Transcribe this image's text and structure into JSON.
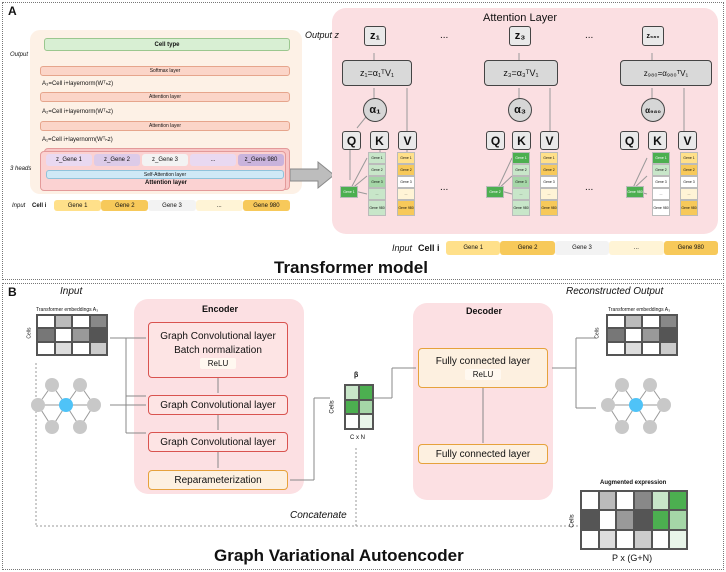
{
  "panelA": {
    "letter": "A",
    "output_label": "Output",
    "output_z_label": "Output z",
    "three_heads": "3 heads",
    "input_label": "Input",
    "cell_i": "Cell i",
    "cell_type": "Cell type",
    "softmax": "Softmax layer",
    "a3": "A₃=Cell i+layernorm(Wᵀₕz)",
    "a2": "A₂=Cell i+layernorm(Wᵀₕz)",
    "a1": "A₁=Cell i+layernorm(Wᵀₕz)",
    "attention_layer": "Attention layer",
    "self_attention": "Self-Attention layer",
    "z_genes": [
      "z_Gene 1",
      "z_Gene 2",
      "z_Gene 3",
      "...",
      "z_Gene 980"
    ],
    "genes": [
      "Gene 1",
      "Gene 2",
      "Gene 3",
      "...",
      "Gene 980"
    ],
    "attention_layer_title": "Attention Layer",
    "heads": [
      {
        "z": "z₁",
        "formula": "z₁=α₁ᵀV₁",
        "alpha": "α₁"
      },
      {
        "z": "z₃",
        "formula": "z₃=α₃ᵀV₁",
        "alpha": "α₃"
      },
      {
        "z": "z₉₈₀",
        "formula": "z₉₈₀=α₉₈₀ᵀV₁",
        "alpha": "α₉₈₀"
      }
    ],
    "q": "Q",
    "k": "K",
    "v": "V",
    "ellipsis": "...",
    "mini_genes": [
      "Gene 1",
      "Gene 2",
      "Gene 3",
      "...",
      "Gene 980"
    ],
    "title": "Transformer model"
  },
  "panelB": {
    "letter": "B",
    "input": "Input",
    "reconstructed_output": "Reconstructed Output",
    "embeddings": "Transformer embeddings A₃",
    "cells": "Cells",
    "encoder": "Encoder",
    "decoder": "Decoder",
    "gcl": "Graph Convolutional layer",
    "batchnorm": "Batch normalization",
    "relu": "ReLU",
    "reparam": "Reparameterization",
    "beta": "β",
    "cxn": "C x N",
    "fcl": "Fully connected layer",
    "concatenate": "Concatenate",
    "augmented": "Augmented expression",
    "pxgn": "P x (G+N)",
    "title": "Graph Variational Autoencoder"
  },
  "colors": {
    "pink_bg": "#fbdfe2",
    "peach_bg": "#fdeee6",
    "gene_yellow": "#ffe08a",
    "gene_gold": "#f7c95a",
    "green": "#4caf50",
    "light_green": "#c8e6c9",
    "blue_node": "#4fc3f7",
    "grey_node": "#c8c8c8"
  }
}
